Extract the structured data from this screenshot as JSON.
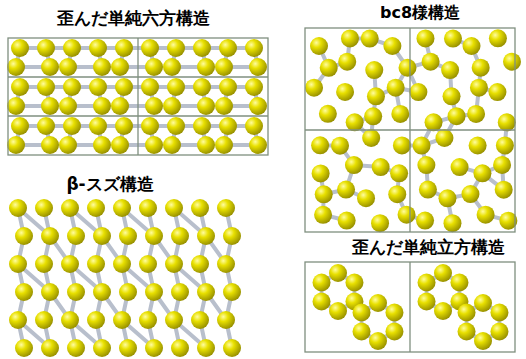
{
  "diagram": {
    "labels": [
      "歪んだ単純六方構造",
      "bc8様構造",
      "β-スズ構造",
      "歪んだ単純立方構造"
    ]
  }
}
